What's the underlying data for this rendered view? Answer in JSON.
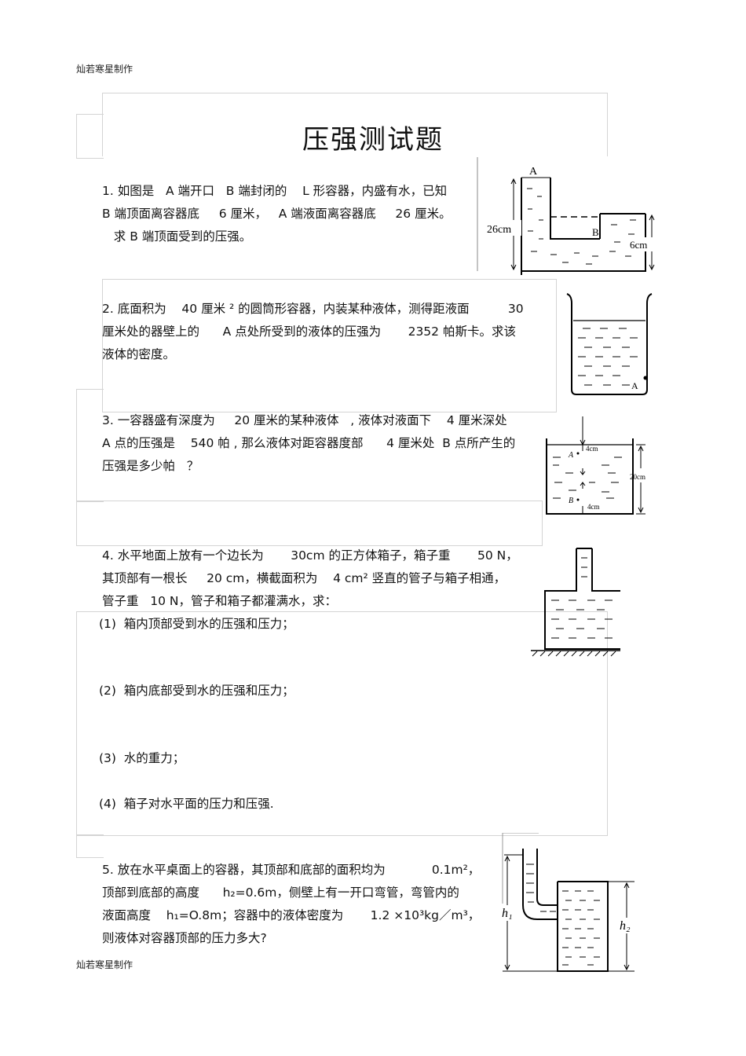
{
  "header": {
    "text": "灿若寒星制作"
  },
  "footer": {
    "text": "灿若寒星制作"
  },
  "title": "压强测试题",
  "questions": [
    {
      "lines": [
        "1. 如图是   A 端开口   B 端封闭的    L 形容器，内盛有水，已知",
        "B 端顶面离容器底     6 厘米，   A 端液面离容器底     26 厘米。",
        "   求 B 端顶面受到的压强。"
      ]
    },
    {
      "lines": [
        "2. 底面积为    40 厘米 ² 的圆筒形容器，内装某种液体，测得距液面          30",
        "厘米处的器壁上的      A 点处所受到的液体的压强为       2352 帕斯卡。求该",
        "液体的密度。"
      ]
    },
    {
      "lines": [
        "3. 一容器盛有深度为     20 厘米的某种液体   , 液体对液面下    4 厘米深处",
        "A 点的压强是    540 帕 , 那么液体对距容器度部      4 厘米处  B 点所产生的",
        "压强是多少帕   ？"
      ]
    },
    {
      "lines": [
        "4. 水平地面上放有一个边长为       30cm 的正方体箱子，箱子重       50 N，",
        "其顶部有一根长     20 cm，横截面积为    4 cm² 竖直的管子与箱子相通，",
        "管子重   10 N，管子和箱子都灌满水，求："
      ],
      "subs": [
        "(1)  箱内顶部受到水的压强和压力；",
        "(2)  箱内底部受到水的压强和压力；",
        "(3)  水的重力；",
        "(4)  箱子对水平面的压力和压强."
      ]
    },
    {
      "lines": [
        "5. 放在水平桌面上的容器，其顶部和底部的面积均为            0.1m²，",
        "顶部到底部的高度      h₂=0.6m，侧壁上有一开口弯管，弯管内的",
        "液面高度    h₁=O.8m；容器中的液体密度为       1.2 ×10³kg／m³，",
        "则液体对容器顶部的压力多大?"
      ]
    }
  ],
  "figures": {
    "fig1": {
      "label_a": "A",
      "label_b": "B",
      "dim_left": "26cm",
      "dim_right": "6cm"
    },
    "fig2": {
      "label_a": "A"
    },
    "fig3": {
      "label_a": "A",
      "label_b": "B",
      "dim_top": "4cm",
      "dim_bottom": "4cm",
      "dim_right": "20cm"
    },
    "fig5": {
      "label_h1": "h₁",
      "label_h2": "h₂"
    }
  }
}
